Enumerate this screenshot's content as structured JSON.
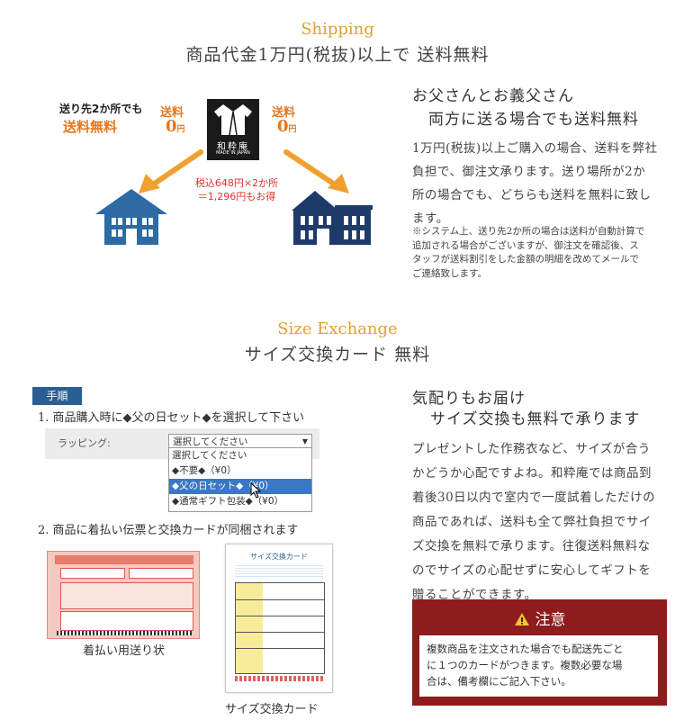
{
  "shipping": {
    "en_title": "Shipping",
    "jp_title": "商品代金1万円(税抜)以上で 送料無料",
    "left_caption_1": "送り先2か所でも",
    "left_caption_2": "送料無料",
    "fee_label": "送料",
    "fee_value": "0",
    "fee_unit": "円",
    "savings_1": "税込648円×2か所",
    "savings_2": "＝1,296円もお得",
    "logo_text": "和粋庵",
    "logo_sub": "MADE IN JAPAN",
    "heading_1": "お父さんとお義父さん",
    "heading_2": "両方に送る場合でも送料無料",
    "body": [
      "1万円(税抜)以上ご購入の場合、送料を弊社",
      "負担で、御注文承ります。送り場所が2か",
      "所の場合でも、どちらも送料を無料に致し",
      "ます。"
    ],
    "note": [
      "※システム上、送り先2か所の場合は送料が自動計算で",
      "追加される場合がございますが、御注文を確認後、ス",
      "タッフが送料割引をした金額の明細を改めてメールで",
      "ご連絡致します。"
    ]
  },
  "size": {
    "en_title": "Size Exchange",
    "jp_title": "サイズ交換カード 無料",
    "steps_badge": "手順",
    "step1": "1. 商品購入時に◆父の日セット◆を選択して下さい",
    "wrapping_label": "ラッピング:",
    "select_value": "選択してください",
    "options": [
      "選択してください",
      "◆不要◆（¥0）",
      "◆父の日セット◆（¥0）",
      "◆通常ギフト包装◆（¥0）"
    ],
    "step2": "2. 商品に着払い伝票と交換カードが同梱されます",
    "slip_caption": "着払い用送り状",
    "card_caption": "サイズ交換カード",
    "card_title": "サイズ交換カード",
    "heading_1": "気配りもお届け",
    "heading_2": "サイズ交換も無料で承ります",
    "body": [
      "プレゼントした作務衣など、サイズが合う",
      "かどうか心配ですよね。和粋庵では商品到",
      "着後30日以内で室内で一度試着しただけの",
      "商品であれば、送料も全て弊社負担でサイ",
      "ズ交換を無料で承ります。往復送料無料な",
      "のでサイズの心配せずに安心してギフトを",
      "贈ることができます。"
    ],
    "caution_title": "注意",
    "caution_text": [
      "複数商品を注文された場合でも配送先ごと",
      "に１つのカードがつきます。複数必要な場",
      "合は、備考欄にご記入下さい。"
    ]
  },
  "colors": {
    "accent": "#e0a030",
    "orange": "#e8771e",
    "house_light": "#2e6aa3",
    "house_dark": "#1d3a6b",
    "caution": "#8e1c1c"
  }
}
